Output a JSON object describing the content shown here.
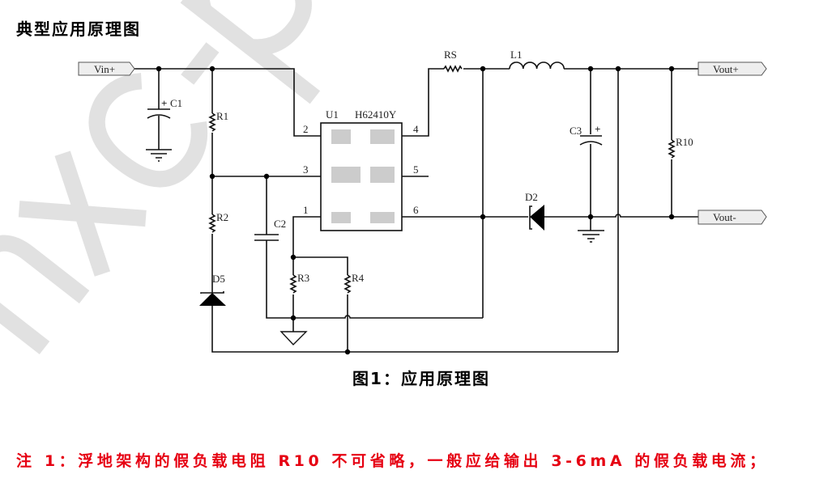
{
  "title": "典型应用原理图",
  "caption": "图1：应用原理图",
  "note": "注 1：浮地架构的假负载电阻 R10 不可省略，一般应给输出 3-6mA 的假负载电流；",
  "watermark": "hxc-po",
  "colors": {
    "note": "#e60012",
    "wire": "#111111",
    "port_fill": "#eeeeee"
  },
  "schematic": {
    "ports": {
      "vin_plus": "Vin+",
      "vout_plus": "Vout+",
      "vout_minus": "Vout-"
    },
    "ic": {
      "ref": "U1",
      "part": "H62410Y",
      "pins": {
        "p1": "1",
        "p2": "2",
        "p3": "3",
        "p4": "4",
        "p5": "5",
        "p6": "6"
      }
    },
    "components": {
      "c1": "C1",
      "c1_plus": "+",
      "c2": "C2",
      "c3": "C3",
      "c3_plus": "+",
      "r1": "R1",
      "r2": "R2",
      "r3": "R3",
      "r4": "R4",
      "r10": "R10",
      "rs": "RS",
      "l1": "L1",
      "d2": "D2",
      "d5": "D5"
    }
  }
}
